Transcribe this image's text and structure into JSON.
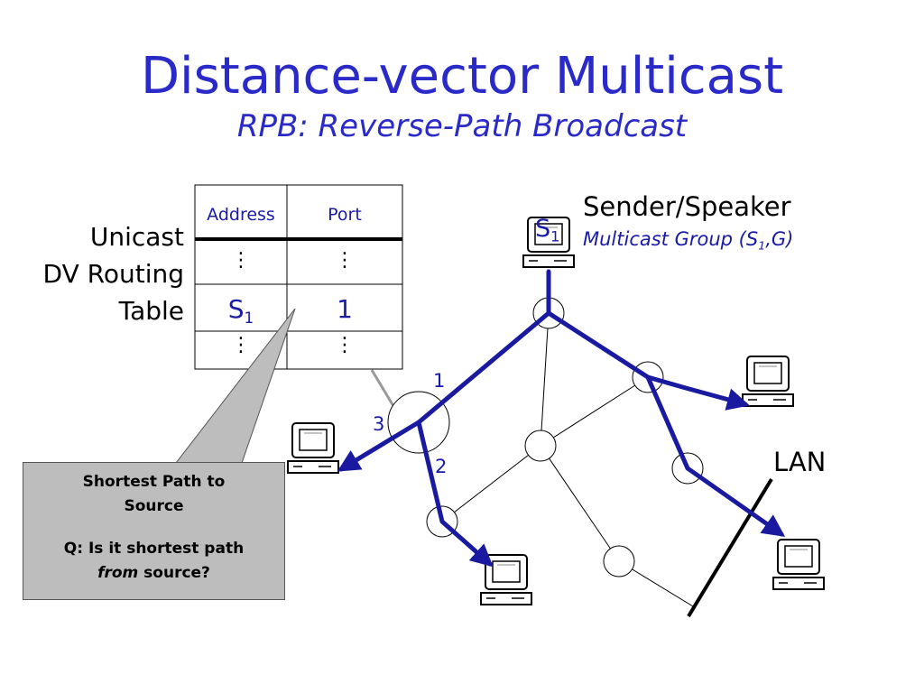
{
  "title": "Distance-vector Multicast",
  "subtitle": "RPB: Reverse-Path Broadcast",
  "routing_table_label": [
    "Unicast",
    "DV Routing",
    "Table"
  ],
  "table": {
    "headers": [
      "Address",
      "Port"
    ],
    "rows": [
      {
        "address": "⋮",
        "port": "⋮"
      },
      {
        "address": "S",
        "address_sub": "1",
        "port": "1"
      },
      {
        "address": "⋮",
        "port": "⋮"
      }
    ]
  },
  "sender": {
    "title": "Sender/Speaker",
    "group_prefix": "Multicast Group (S",
    "group_sub": "1",
    "group_suffix": ",G)",
    "node_label": "S",
    "node_sub": "1"
  },
  "port_labels": [
    "1",
    "2",
    "3"
  ],
  "lan_label": "LAN",
  "callout": {
    "line1": "Shortest Path to",
    "line2": "Source",
    "q_line1": "Q: Is it shortest path",
    "q_from": "from",
    "q_rest": " source?"
  },
  "icons": [
    "computer-icon",
    "router-node"
  ],
  "colors": {
    "title": "#2a2ac8",
    "path": "#1a1aa0",
    "callout_bg": "#bdbdbd"
  }
}
